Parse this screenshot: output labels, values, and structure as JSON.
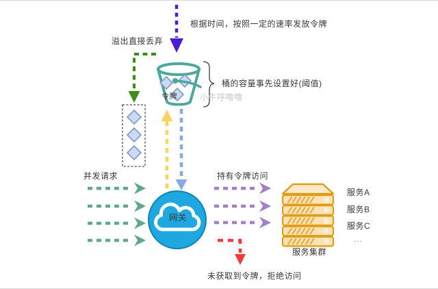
{
  "labels": {
    "issue_note": "根据时间，按照一定的速率发放令牌",
    "overflow": "溢出直接丢弃",
    "capacity_note": "桶的容量事先设置好(阈值)",
    "watermark": "小牛呼噜噜",
    "token": "令牌",
    "concurrent_requests": "并发请求",
    "token_access": "持有令牌访问",
    "gateway": "网关",
    "denied": "未获取到令牌，拒绝访问",
    "service_cluster": "服务集群",
    "services_more": "..."
  },
  "services": [
    "服务A",
    "服务B",
    "服务C"
  ],
  "colors": {
    "issue_arrow": "#4b1fd1",
    "overflow_arrow": "#3d8e16",
    "bucket": "#4ba89a",
    "token_fill": "#cbd9f3",
    "token_stroke": "#7a99ce",
    "request_arrow": "#f9d463",
    "grant_arrow": "#8aa9e3",
    "concurrent_arrow": "#5fa78f",
    "access_arrow": "#a180c9",
    "denied_arrow": "#f73b3b",
    "gateway": "#1fa8df",
    "gateway_edge": "#0e85b5",
    "server_border": "#de9c17",
    "server_fill": "#fbe3b5",
    "server_hatch": "#e8aa3e",
    "server_roof": "#fcebcb",
    "box_dash": "#4a4a4a",
    "text": "#383838",
    "watermark": "#c9c9c9"
  }
}
